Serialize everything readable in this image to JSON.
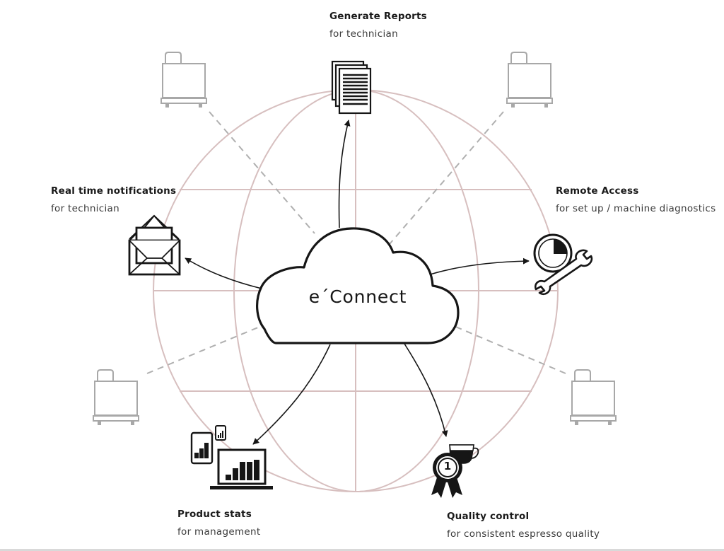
{
  "diagram": {
    "center": {
      "label": "e´Connect",
      "icon": "cloud-icon"
    },
    "colors": {
      "globe_lines": "#d7bfbf",
      "ink": "#161616",
      "machine_gray": "#a8a8a8",
      "dash_gray": "#b0b0b0"
    },
    "features": [
      {
        "id": "generate-reports",
        "title": "Generate Reports",
        "subtitle": "for technician",
        "icon": "documents-icon"
      },
      {
        "id": "real-time-notifications",
        "title": "Real time notifications",
        "subtitle": "for technician",
        "icon": "open-envelope-icon"
      },
      {
        "id": "remote-access",
        "title": "Remote Access",
        "subtitle": "for set up / machine diagnostics",
        "icon": "gauge-wrench-icon"
      },
      {
        "id": "product-stats",
        "title": "Product stats",
        "subtitle": "for management",
        "icon": "devices-bar-chart-icon"
      },
      {
        "id": "quality-control",
        "title": "Quality control",
        "subtitle": "for consistent espresso quality",
        "icon": "award-cup-icon"
      }
    ],
    "machines": [
      {
        "position": "top-left",
        "icon": "coffee-machine-icon"
      },
      {
        "position": "top-right",
        "icon": "coffee-machine-icon"
      },
      {
        "position": "bottom-left",
        "icon": "coffee-machine-icon"
      },
      {
        "position": "bottom-right",
        "icon": "coffee-machine-icon"
      }
    ],
    "globe": {
      "icon": "globe-grid-icon"
    },
    "award_number": "1"
  }
}
